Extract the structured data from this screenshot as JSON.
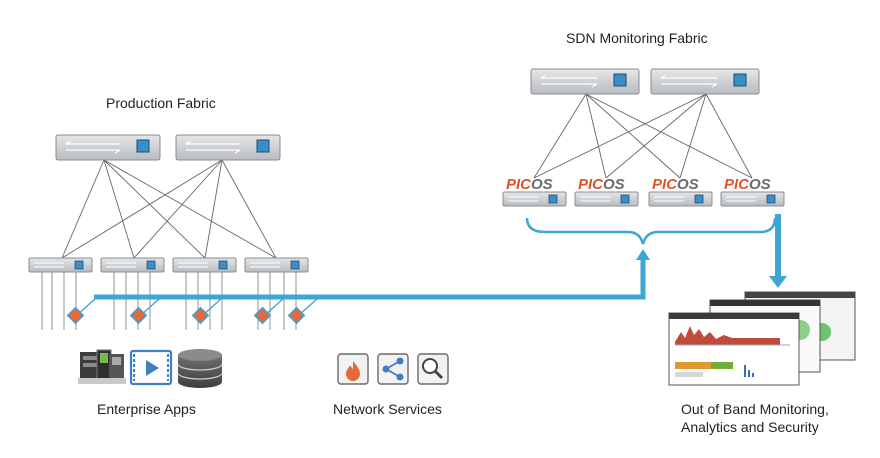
{
  "production": {
    "title": "Production Fabric"
  },
  "monitoring": {
    "title": "SDN Monitoring Fabric",
    "switch_brand_left": "PICOS",
    "switch_brand_right": "OS"
  },
  "groups": {
    "enterprise": "Enterprise Apps",
    "network": "Network Services",
    "oob_line1": "Out of Band Monitoring,",
    "oob_line2": "Analytics and Security"
  },
  "colors": {
    "link_blue": "#3ea6d4",
    "tap_orange": "#e8683a",
    "switch_gray": "#c9cbce",
    "port_blue": "#3a8fc9",
    "picos_red": "#e2552a",
    "picos_gray": "#6b6b6b",
    "icon_blue": "#3f7fc4"
  },
  "icons": {
    "enterprise": [
      "server-rack-icon",
      "video-play-icon",
      "database-icon"
    ],
    "network": [
      "firewall-icon",
      "share-network-icon",
      "search-icon"
    ],
    "oob": [
      "dashboard-screens-icon"
    ]
  }
}
